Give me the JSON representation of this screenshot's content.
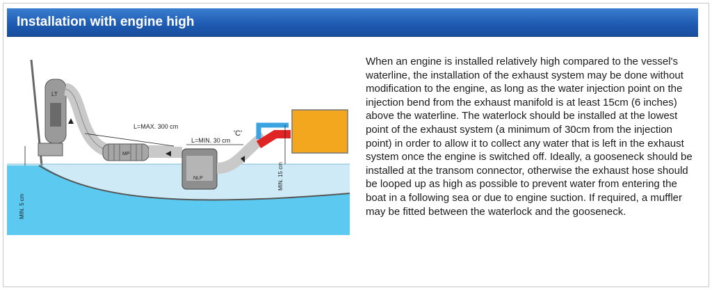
{
  "section": {
    "title": "Installation with engine high"
  },
  "diagram": {
    "labels": {
      "l_max": "L=MAX. 300 cm",
      "l_min": "L=MIN. 30 cm",
      "c_mark": "'C'",
      "min_15": "MIN. 15 cm",
      "min_5": "MIN. 5 cm",
      "lt": "LT",
      "mp": "MP",
      "nlp": "NLP"
    },
    "colors": {
      "water": "#5ccaf0",
      "water_light": "#cdeaf6",
      "hose": "#c9c9c9",
      "engine": "#f2a71e",
      "hot_bend": "#e02424",
      "cool_bend": "#3aa3e0"
    }
  },
  "description": {
    "text": "When an engine is installed relatively high compared to the vessel's waterline, the installation of the exhaust system may be done without modification to the engine, as long as the water injection point on the injection bend from the exhaust manifold is at least 15cm (6 inches) above the waterline. The waterlock should be installed at the lowest point of the exhaust system (a minimum of 30cm from the injection point) in order to allow it to collect any water that is left in the exhaust system once the engine is switched off. Ideally, a gooseneck should be installed at the transom connector, otherwise the exhaust hose should be looped up as high as possible to prevent water from entering the boat in a following sea or due to engine suction. If required, a muffler may be fitted between the waterlock and the gooseneck."
  }
}
